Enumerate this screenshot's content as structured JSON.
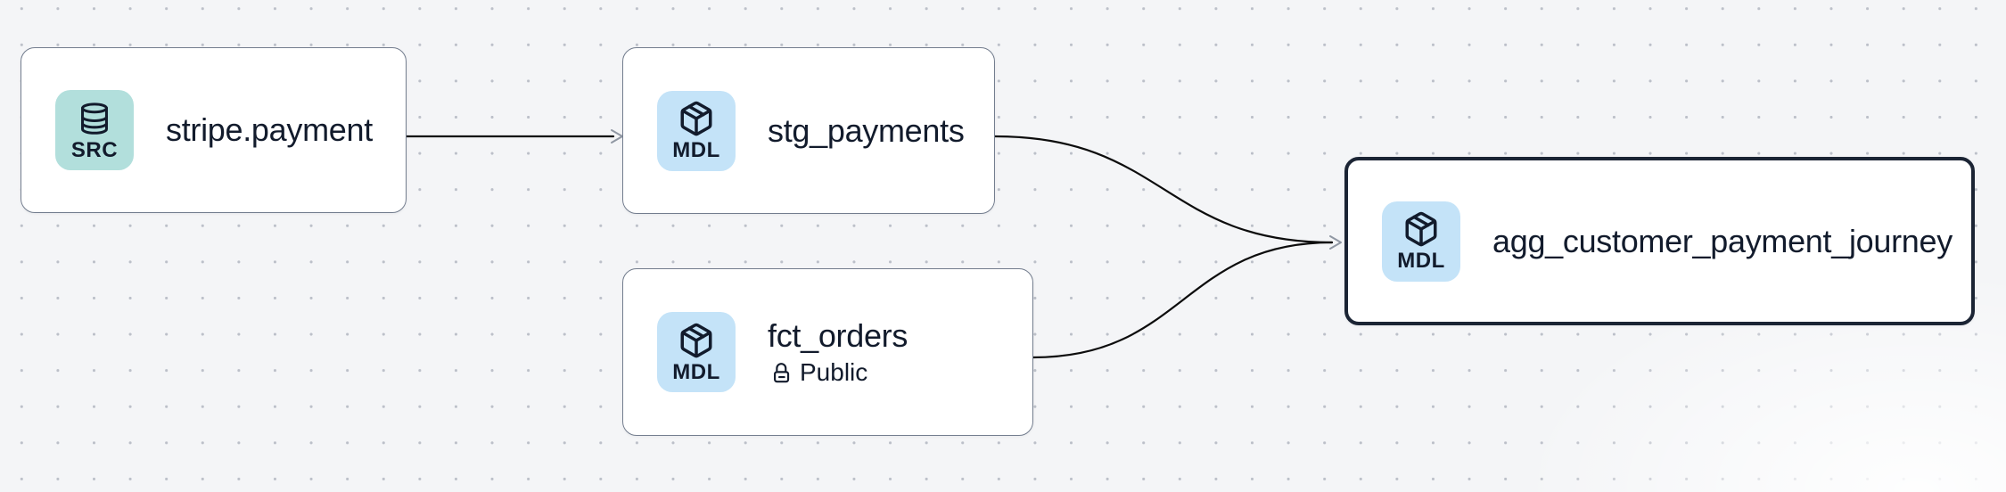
{
  "app": {
    "view": "lineage-graph"
  },
  "colors": {
    "canvas_bg": "#f4f5f7",
    "dot": "#bcc0c9",
    "node_bg": "#ffffff",
    "node_border": "#737d8e",
    "selected_border": "#1b2434",
    "text": "#121b2c",
    "source_badge_bg": "#b2dfdc",
    "model_badge_bg": "#c4e3f8",
    "edge": "#0d0d0d",
    "arrowhead": "#9097a3"
  },
  "nodes": [
    {
      "title": "stripe.payment",
      "badge": "SRC",
      "type": "source",
      "icon": "database-icon",
      "selected": false
    },
    {
      "title": "stg_payments",
      "badge": "MDL",
      "type": "model",
      "icon": "package-icon",
      "selected": false
    },
    {
      "title": "fct_orders",
      "badge": "MDL",
      "type": "model",
      "icon": "package-icon",
      "access": "Public",
      "access_icon": "lock-open-icon",
      "selected": false
    },
    {
      "title": "agg_customer_payment_journey",
      "badge": "MDL",
      "type": "model",
      "icon": "package-icon",
      "selected": true
    }
  ],
  "edges": [
    {
      "from": "stripe.payment",
      "to": "stg_payments"
    },
    {
      "from": "stg_payments",
      "to": "agg_customer_payment_journey"
    },
    {
      "from": "fct_orders",
      "to": "agg_customer_payment_journey"
    }
  ]
}
